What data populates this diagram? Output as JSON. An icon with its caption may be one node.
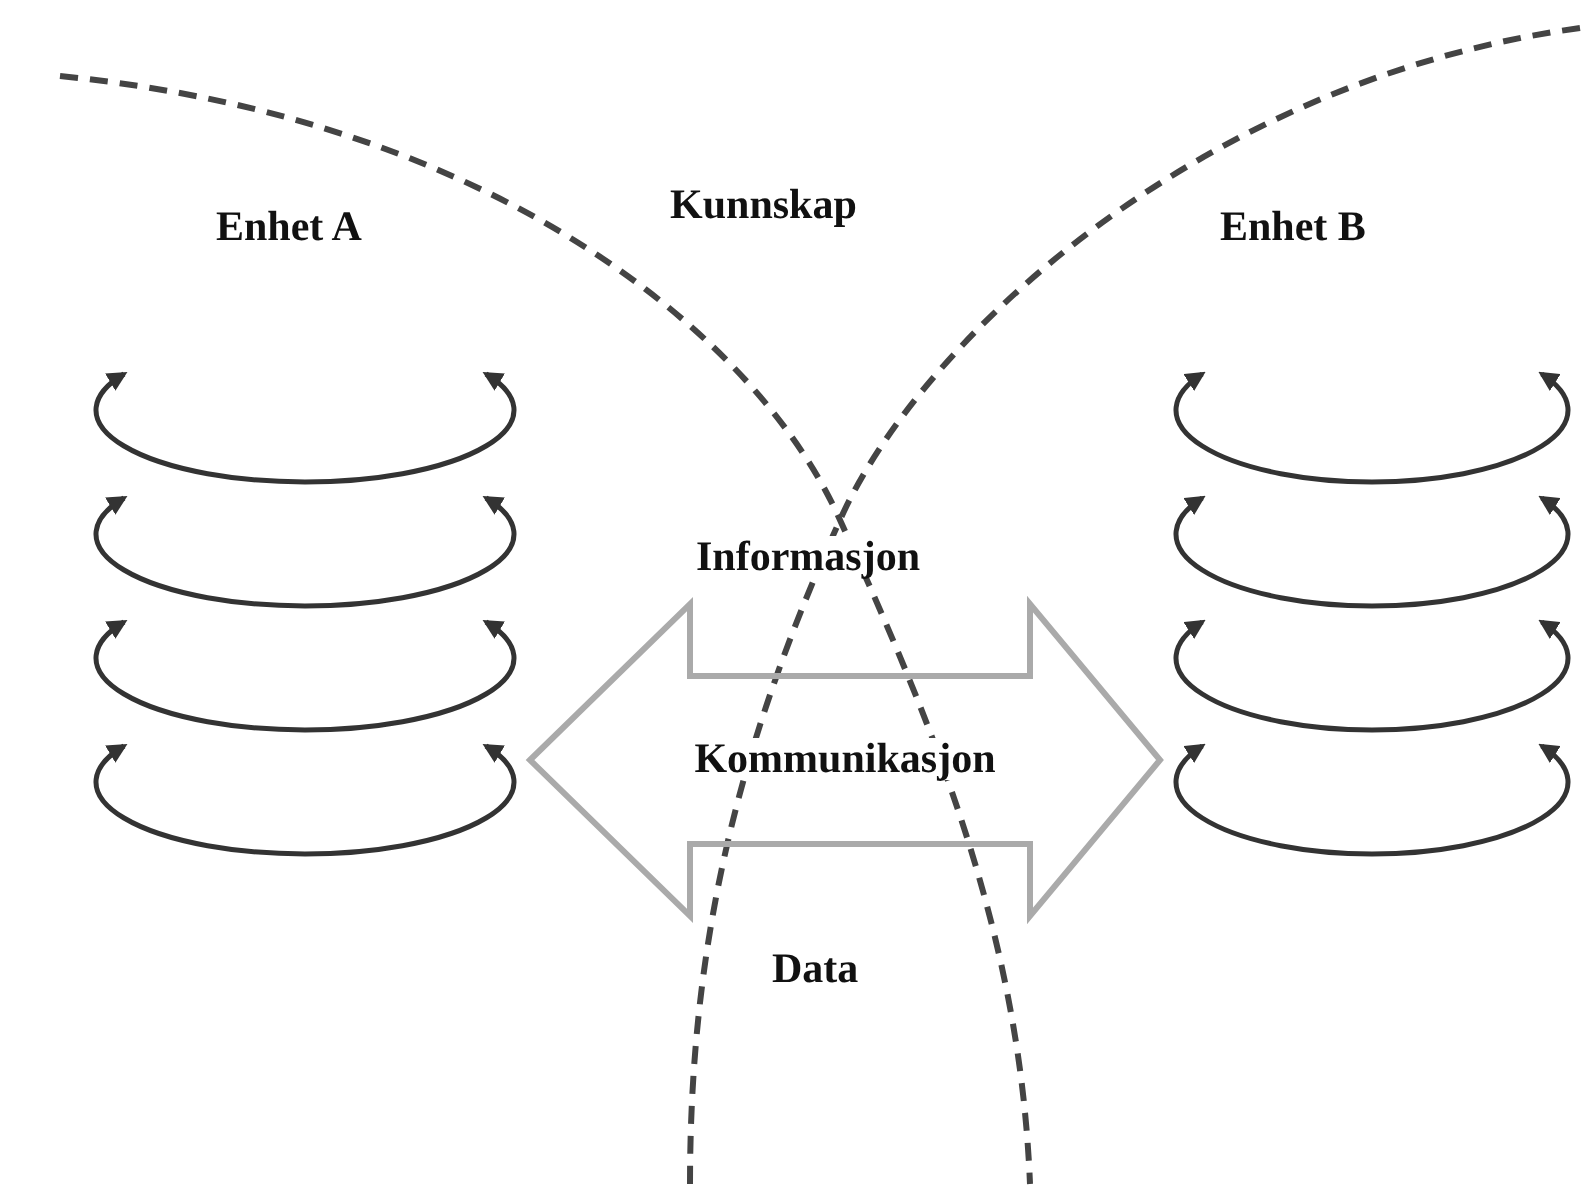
{
  "diagram": {
    "nodes": [
      {
        "text": [
          "Enhet A"
        ]
      },
      {
        "text": [
          "Enhet B"
        ]
      }
    ],
    "edges": [
      {
        "from": 0,
        "to": 1,
        "arrow": "both",
        "label": "Kommunikasjon"
      }
    ],
    "labels": [
      "Kunnskap",
      "Informasjon",
      "Data"
    ]
  }
}
